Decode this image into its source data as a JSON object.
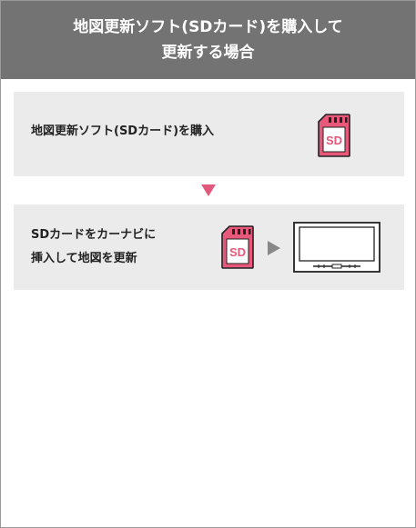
{
  "header": {
    "title_line1": "地図更新ソフト(SDカード)を購入して",
    "title_line2": "更新する場合"
  },
  "steps": [
    {
      "text_lines": [
        "地図更新ソフト(SDカード)を購入"
      ],
      "sd_label": "SD"
    },
    {
      "text_lines": [
        "SDカードをカーナビに",
        "挿入して地図を更新"
      ],
      "sd_label": "SD"
    }
  ],
  "colors": {
    "header_bg": "#737373",
    "panel_bg": "#ebebeb",
    "accent_pink": "#e15a7d",
    "sd_body": "#e8587a"
  },
  "icons": [
    "sd-card-icon",
    "down-arrow-icon",
    "play-arrow-icon",
    "car-navigation-monitor-icon"
  ]
}
